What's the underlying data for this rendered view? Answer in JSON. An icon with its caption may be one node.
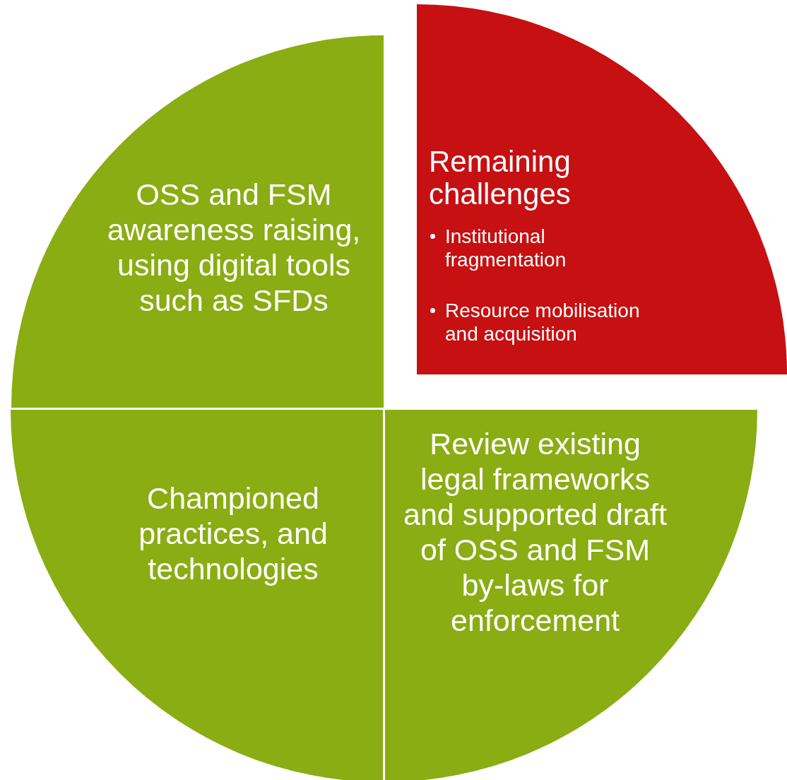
{
  "diagram": {
    "nodes": [
      {
        "text": [
          "OSS and FSM awareness raising, using digital tools such as SFDs"
        ]
      },
      {
        "text": [
          "Remaining challenges",
          "Institutional fragmentation",
          "Resource mobilisation and acquisition"
        ]
      },
      {
        "text": [
          "Championed practices, and technologies"
        ]
      },
      {
        "text": [
          "Review existing legal frameworks and supported draft of OSS and FSM by-laws for enforcement"
        ]
      }
    ]
  }
}
